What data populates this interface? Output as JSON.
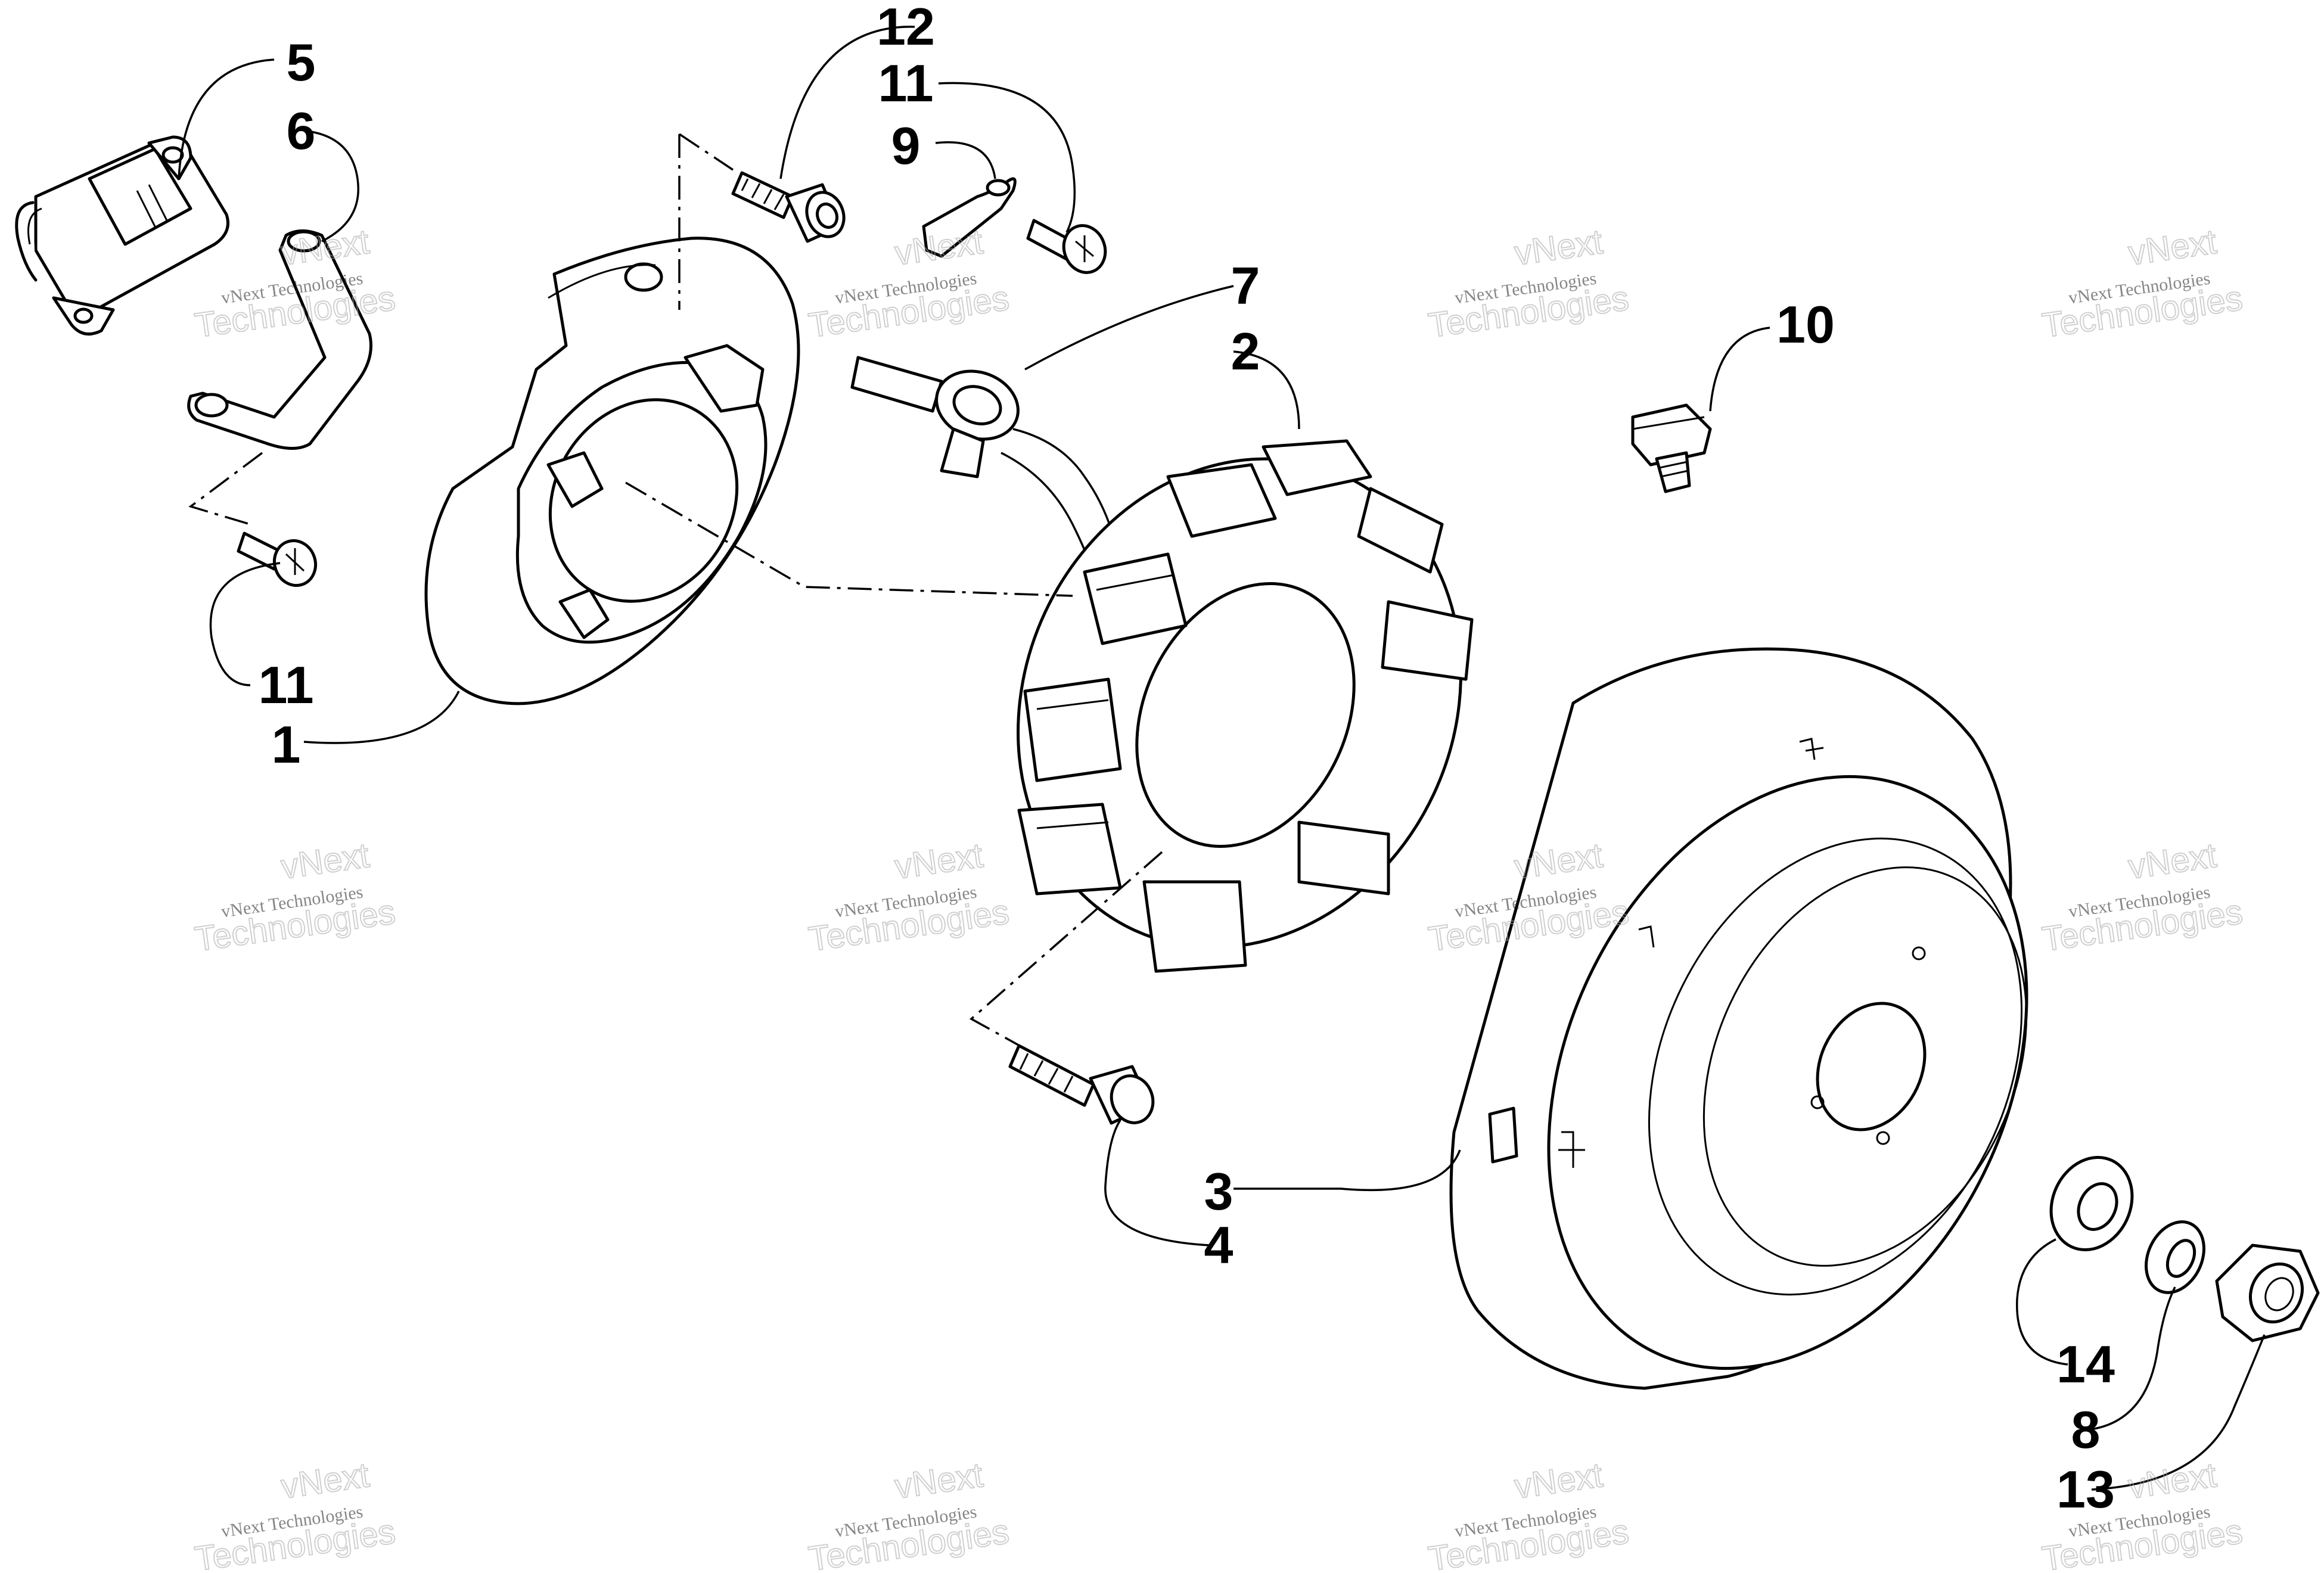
{
  "callouts": {
    "c1": "1",
    "c2": "2",
    "c3": "3",
    "c4": "4",
    "c5": "5",
    "c6": "6",
    "c7": "7",
    "c8": "8",
    "c9": "9",
    "c10": "10",
    "c11a": "11",
    "c11b": "11",
    "c12": "12",
    "c13": "13",
    "c14": "14"
  },
  "watermark": {
    "small": "vNext Technologies",
    "big": "Technologies",
    "top": "vNext"
  }
}
